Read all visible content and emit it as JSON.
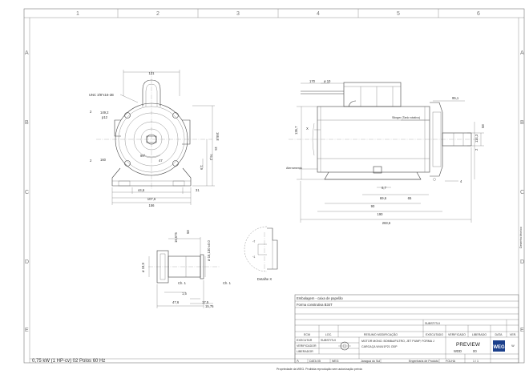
{
  "grid": {
    "columns": [
      "1",
      "2",
      "3",
      "4",
      "5",
      "6"
    ],
    "rows": [
      "A",
      "B",
      "C",
      "D",
      "E"
    ]
  },
  "front_view": {
    "dims": {
      "d121": "121",
      "unc": "UNC 3/8\"x16-2B",
      "d149": "149,2",
      "p12": "p12",
      "d160": "160",
      "d2_left": "2",
      "d166": "166,8",
      "d76": "76,2",
      "d15": "15",
      "d90deg": "90°",
      "d47": "47",
      "d19": "1,9",
      "d31": "31",
      "d446": "44,6",
      "d1076": "107,6",
      "d156": "156"
    }
  },
  "side_view": {
    "dims": {
      "d170": "170",
      "d10": "ø 10",
      "d951": "95,1",
      "d1367": "136,7",
      "x": "X",
      "d1143": "114,3",
      "d58": "58",
      "d2": "2",
      "d4": "4",
      "d67": "6,7",
      "d696": "69,6",
      "d65": "65",
      "d90": "90",
      "d190": "190",
      "d2836": "283,6"
    },
    "notes": {
      "stinger": "Stinger (Tank rotativo)",
      "aterramento": "Aterramento"
    }
  },
  "shaft_view": {
    "dims": {
      "d1675": "16,675",
      "d58": "58",
      "d199": "ø 19,9",
      "d1613": "ø 16,130 ±0.0",
      "ch1a": "Ch. 1",
      "ch1b": "Ch. 1",
      "d15": "1,5",
      "d476": "47,6",
      "d175": "17,5",
      "d1575": "15,75"
    }
  },
  "detail": {
    "label": "Detalhe X"
  },
  "side_note": "Desenho técnico",
  "title_block": {
    "emb": "Embalagem - caixa de papelão",
    "forma": "Forma construtiva B34T",
    "substitui": "SUBSTITUI",
    "row_headers": [
      "ECM",
      "LOC.",
      "RESUMO MODIFICAÇÃO",
      "EXECUTADO",
      "VERIFICADO",
      "LIBERADO",
      "DATA",
      "VER."
    ],
    "executar": "EXECUTAR",
    "substitui2": "SUBSTITUI",
    "verificador": "VERIFICADOR",
    "liberador": "LIBERADOR",
    "desc1": "MOTOR MONO. BOMBA/FILTRO, JET PUMP, FORMA J",
    "desc2": "CARCAÇA W4/U1P21 ODP",
    "preview": "PREVIEW",
    "wdd": "WDD",
    "rev": "00",
    "folha_lbl": "FOLHA",
    "folha": "1 / 1",
    "data_lbl": "DATA 05",
    "a_lbl": "A",
    "weg_short": "WEG",
    "local": "Jaraguá do Sul",
    "eng": "Engenharia de Produto",
    "w_code": "W",
    "logo": "WEG",
    "spec": "0,75 kW (1 HP-cv)    02 Polos    60 Hz",
    "footer": "Propriedade da WEG. Proibida reprodução sem autorização prévia"
  }
}
